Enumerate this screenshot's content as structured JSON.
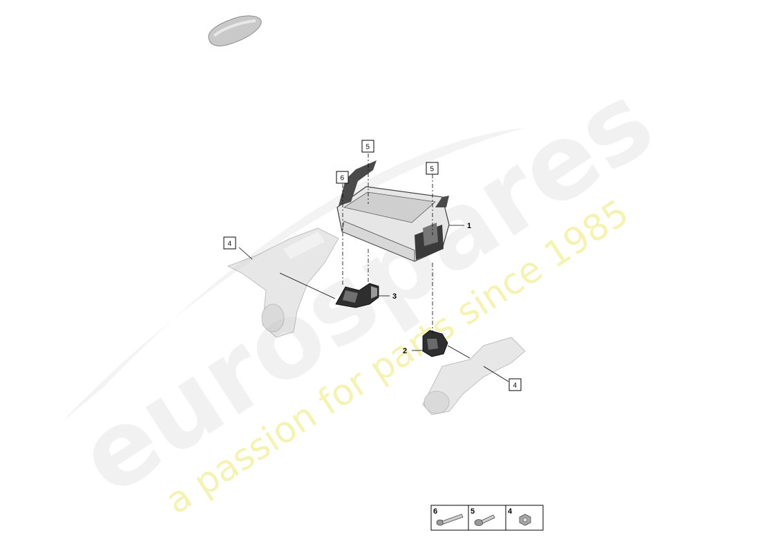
{
  "watermark": {
    "brand": "eurospares",
    "tagline": "a passion for parts since 1985"
  },
  "callouts": {
    "part1": "1",
    "part2": "2",
    "part3": "3",
    "box_left_4": "4",
    "box_right_4": "4",
    "box_top_5": "5",
    "box_right_5": "5",
    "box_6": "6"
  },
  "legend": {
    "items": [
      {
        "number": "6",
        "icon": "bolt-long-icon"
      },
      {
        "number": "5",
        "icon": "bolt-short-icon"
      },
      {
        "number": "4",
        "icon": "nut-icon"
      }
    ]
  },
  "colors": {
    "line": "#000000",
    "part_fill": "#e6e6e6",
    "part_dark": "#3a3a3a",
    "watermark_gray": "#f1f1f1",
    "watermark_yellow": "#f5f3b4"
  }
}
